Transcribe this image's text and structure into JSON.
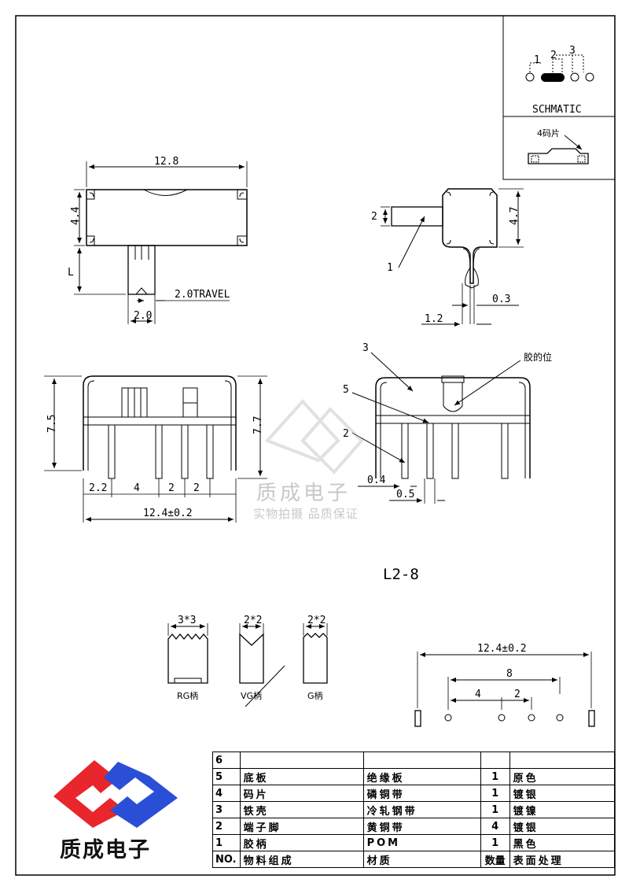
{
  "schematic": {
    "label": "SCHMATIC",
    "pin_labels": [
      "1",
      "2",
      "3"
    ]
  },
  "contact_inset": {
    "label": "4码片"
  },
  "top_view": {
    "width": "12.8",
    "height": "4.4",
    "length_label": "L",
    "travel": "2.0TRAVEL",
    "knob_width": "2.0"
  },
  "side_view": {
    "knob_height": "2",
    "body_height": "4.7",
    "pin_width": "0.3",
    "pin_spacing": "1.2",
    "callout": "1"
  },
  "front_view": {
    "height_left": "7.5",
    "height_right": "7.7",
    "pitch_1": "2.2",
    "pitch_2": "4",
    "pitch_3": "2",
    "pitch_4": "2",
    "overall": "12.4±0.2"
  },
  "section_view": {
    "callouts": [
      "3",
      "5",
      "2"
    ],
    "handle_label": "胶的位",
    "dim_a": "0.4",
    "dim_b": "0.5"
  },
  "model": "L2-8",
  "handle_styles": [
    {
      "size": "3*3",
      "name": "RG柄"
    },
    {
      "size": "2*2",
      "name": "VG柄"
    },
    {
      "size": "2*2",
      "name": "G柄"
    }
  ],
  "footprint": {
    "overall": "12.4±0.2",
    "span": "8",
    "a": "4",
    "b": "2"
  },
  "watermark": {
    "line1": "质成电子",
    "line2": "实物拍摄 品质保证"
  },
  "logo": {
    "company": "质成电子"
  },
  "bom": {
    "rows": [
      [
        "6",
        "",
        "",
        "",
        ""
      ],
      [
        "5",
        "底板",
        "绝缘板",
        "1",
        "原色"
      ],
      [
        "4",
        "码片",
        "磷铜带",
        "1",
        "镀银"
      ],
      [
        "3",
        "铁壳",
        "冷轧钢带",
        "1",
        "镀镍"
      ],
      [
        "2",
        "端子脚",
        "黄铜带",
        "4",
        "镀银"
      ],
      [
        "1",
        "胶柄",
        "POM",
        "1",
        "黑色"
      ]
    ],
    "header": [
      "NO.",
      "物料组成",
      "材质",
      "数量",
      "表面处理"
    ]
  },
  "colors": {
    "logo_red": "#e8262c",
    "logo_blue": "#2a4fd6",
    "line": "#000000",
    "watermark": "#c8c8c8"
  }
}
